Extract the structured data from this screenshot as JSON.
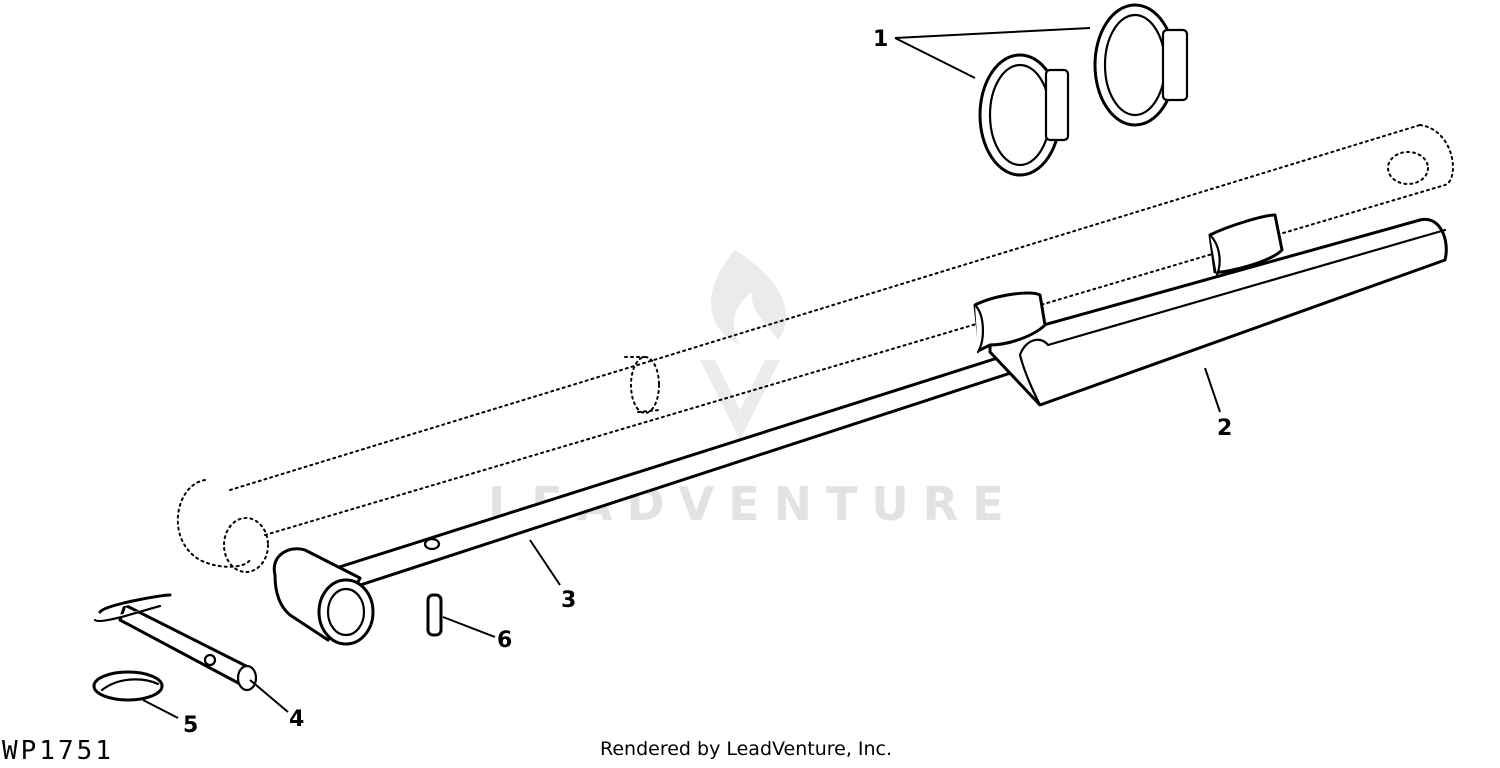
{
  "figure_id": "WP1751",
  "credit": "Rendered by LeadVenture, Inc.",
  "watermark": "LEADVENTURE",
  "callouts": {
    "c1": "1",
    "c2": "2",
    "c3": "3",
    "c4": "4",
    "c5": "5",
    "c6": "6"
  },
  "colors": {
    "line": "#000000",
    "background": "#ffffff",
    "watermark": "#d9d9d9"
  }
}
